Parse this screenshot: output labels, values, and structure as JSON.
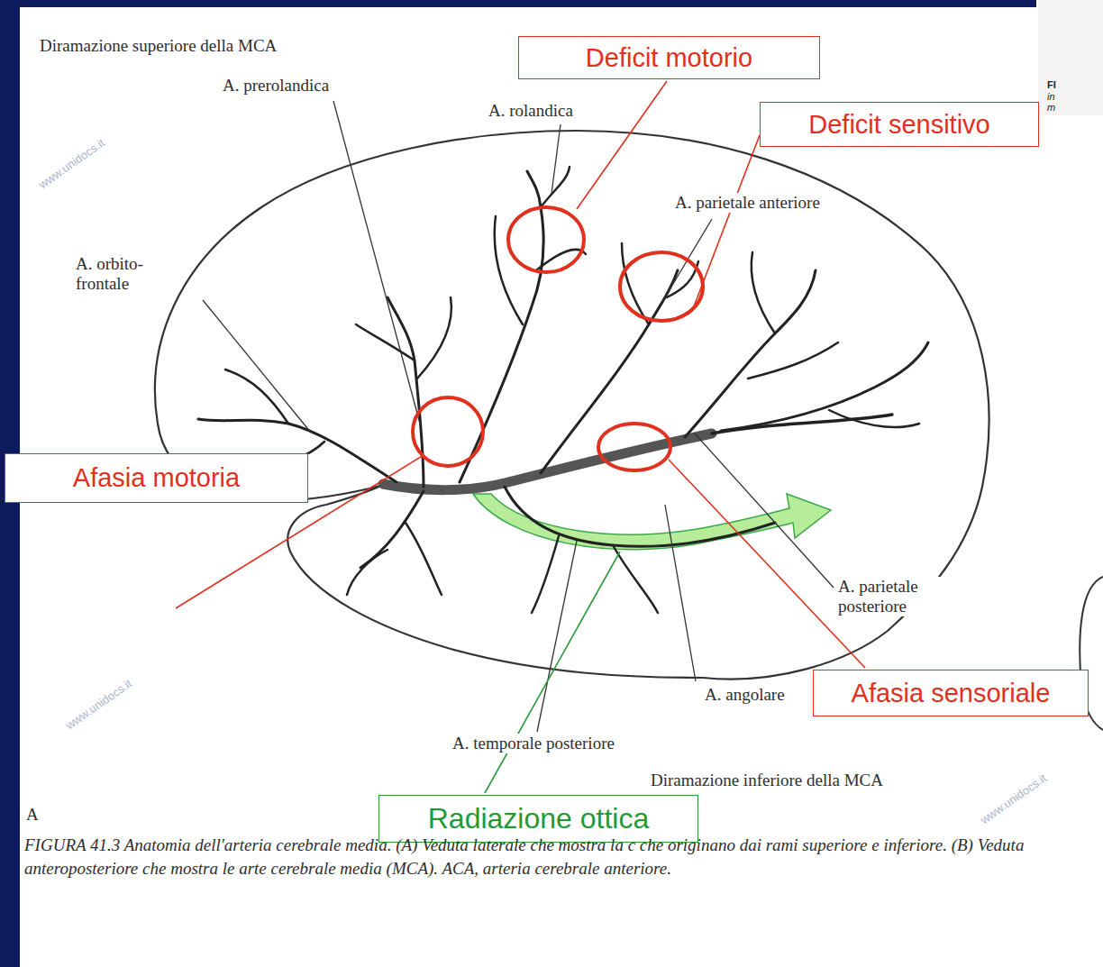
{
  "diagram": {
    "caption": "FIGURA 41.3 Anatomia dell'arteria cerebrale media. (A) Veduta laterale che mostra la c che originano dai rami superiore e inferiore. (B) Veduta anteroposteriore che mostra le arte cerebrale media (MCA). ACA, arteria cerebrale anteriore.",
    "nodes": [
      {
        "text": [
          "Deficit motorio"
        ]
      },
      {
        "text": [
          "Deficit sensitivo"
        ]
      },
      {
        "text": [
          "Afasia motoria"
        ]
      },
      {
        "text": [
          "Afasia sensoriale"
        ]
      },
      {
        "text": [
          "Radiazione ottica"
        ]
      }
    ],
    "labels": [
      "Diramazione superiore della MCA",
      "A. prerolandica",
      "A. rolandica",
      "A. parietale anteriore",
      "A. orbito-frontale",
      "A. parietale posteriore",
      "A. angolare",
      "A. temporale posteriore",
      "Diramazione inferiore della MCA",
      "A",
      "FI",
      "in",
      "m",
      "www.unidocs.it",
      "www.unidocs.it",
      "www.unidocs.it"
    ]
  }
}
